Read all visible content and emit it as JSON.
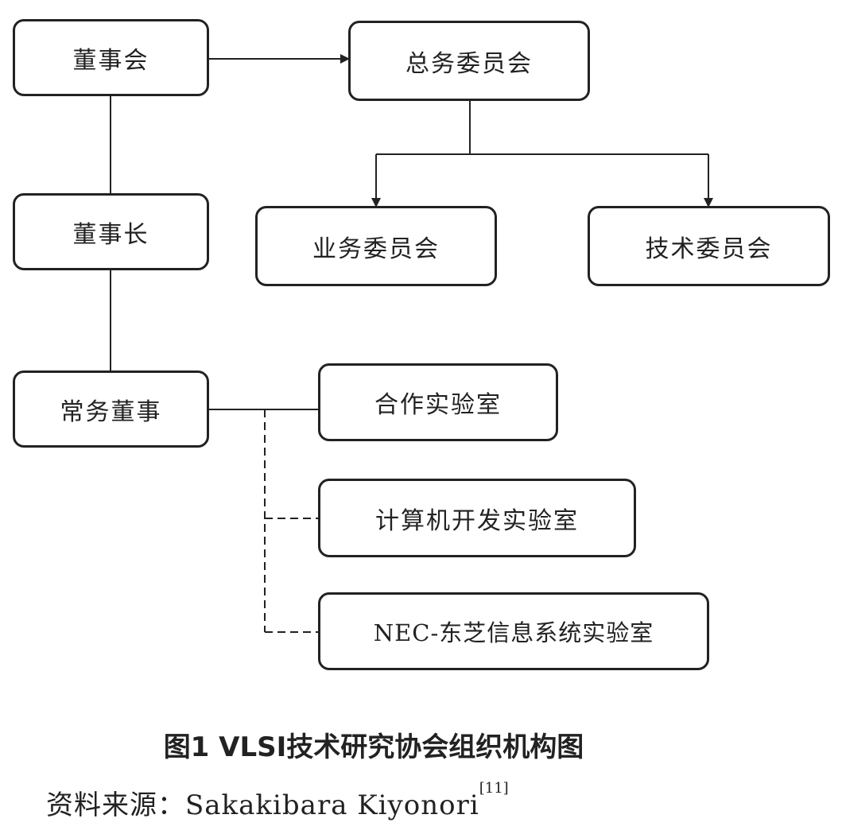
{
  "diagram": {
    "nodes": {
      "board": "董事会",
      "general_committee": "总务委员会",
      "chairman": "董事长",
      "business_committee": "业务委员会",
      "technical_committee": "技术委员会",
      "executive_directors": "常务董事",
      "joint_lab": "合作实验室",
      "computer_lab": "计算机开发实验室",
      "nec_toshiba_lab": "NEC-东芝信息系统实验室"
    },
    "edges": [
      {
        "from": "board",
        "to": "general_committee",
        "style": "solid",
        "arrow": true
      },
      {
        "from": "board",
        "to": "chairman",
        "style": "solid",
        "arrow": false
      },
      {
        "from": "chairman",
        "to": "executive_directors",
        "style": "solid",
        "arrow": false
      },
      {
        "from": "general_committee",
        "to": "business_committee",
        "style": "solid",
        "arrow": true
      },
      {
        "from": "general_committee",
        "to": "technical_committee",
        "style": "solid",
        "arrow": true
      },
      {
        "from": "executive_directors",
        "to": "joint_lab",
        "style": "solid",
        "arrow": false
      },
      {
        "from": "executive_directors",
        "to": "computer_lab",
        "style": "dashed",
        "arrow": false
      },
      {
        "from": "executive_directors",
        "to": "nec_toshiba_lab",
        "style": "dashed",
        "arrow": false
      }
    ],
    "line_color": "#222222"
  },
  "caption": "图1 VLSI技术研究协会组织机构图",
  "source": {
    "label": "资料来源：Sakakibara Kiyonori",
    "ref": "[11]"
  }
}
